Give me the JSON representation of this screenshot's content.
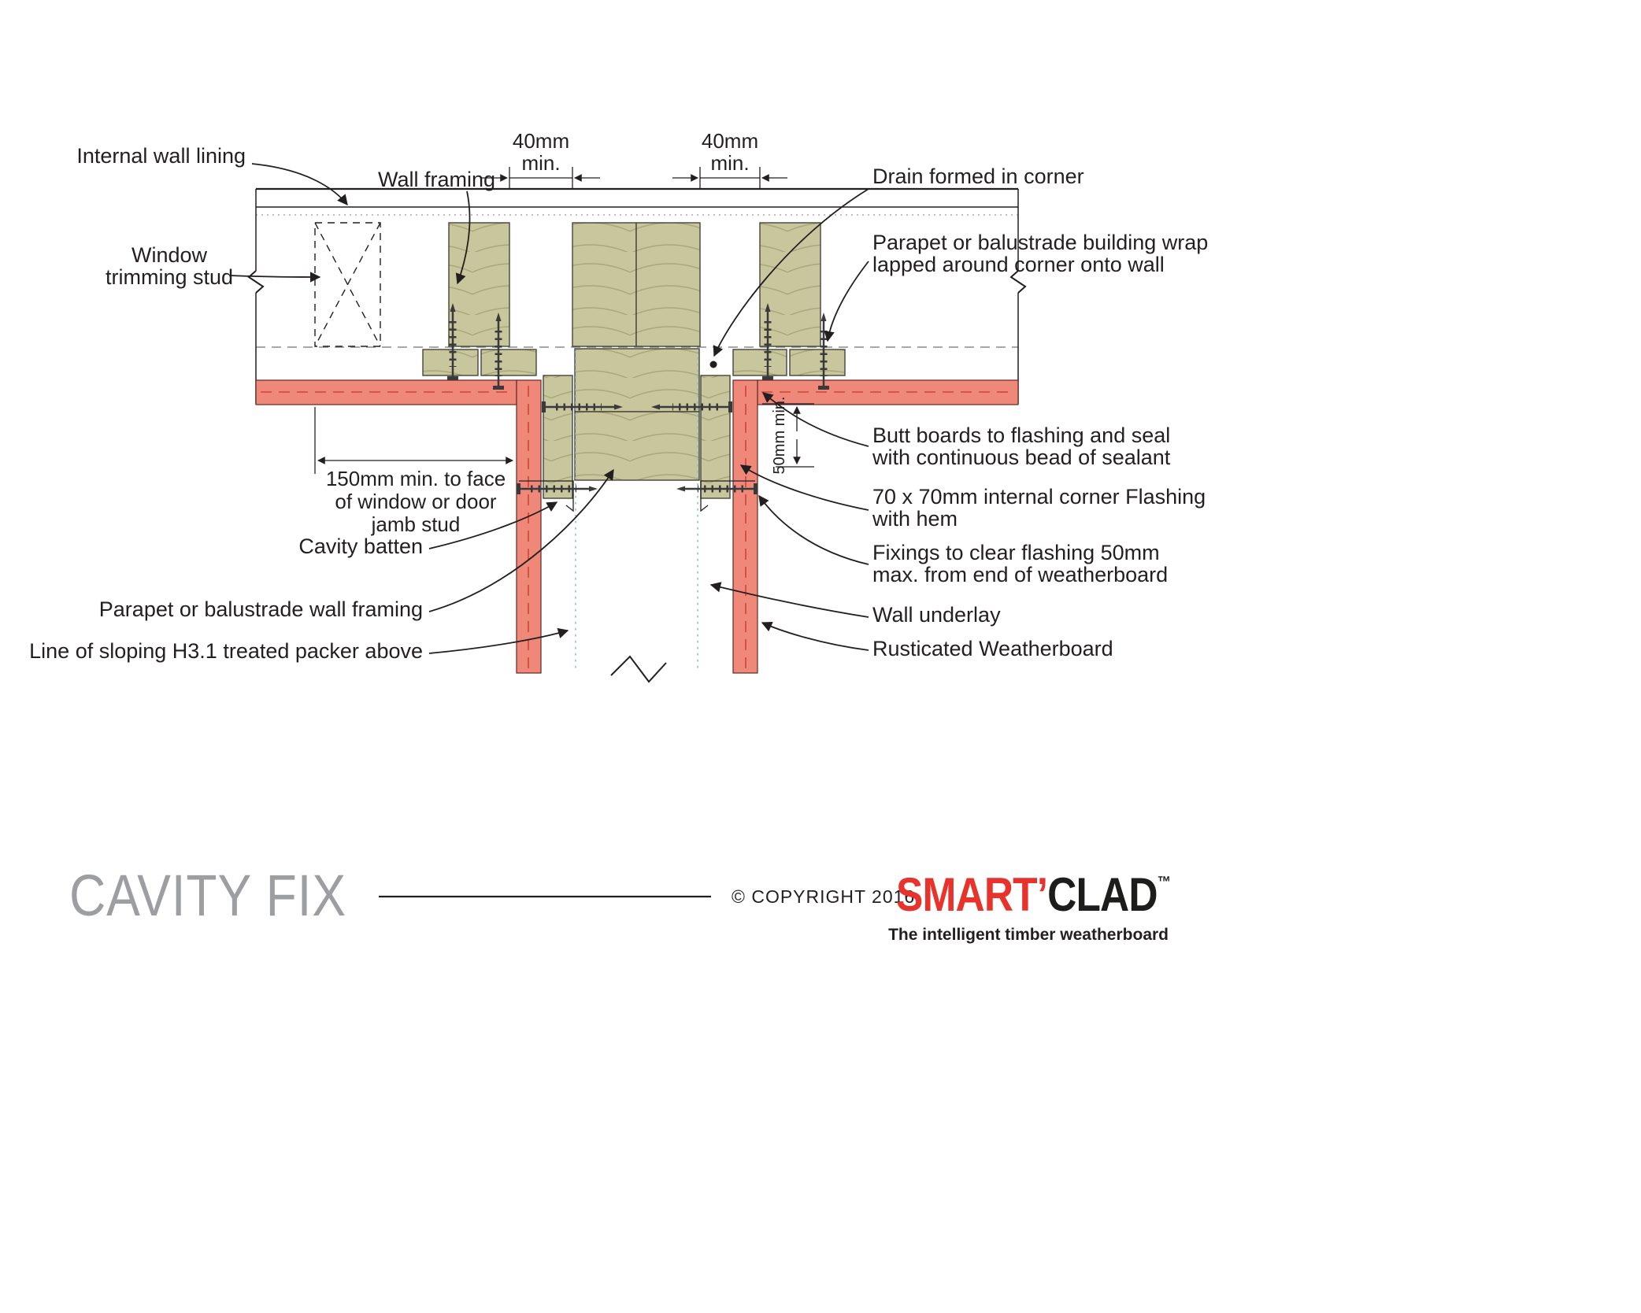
{
  "labels": {
    "internal_wall_lining": "Internal wall lining",
    "wall_framing": "Wall framing",
    "window_trimming_stud": {
      "l1": "Window",
      "l2": "trimming stud"
    },
    "drain": "Drain formed in corner",
    "building_wrap": {
      "l1": "Parapet or balustrade building wrap",
      "l2": "lapped around corner onto wall"
    },
    "butt_boards": {
      "l1": "Butt boards to flashing and seal",
      "l2": "with continuous bead of sealant"
    },
    "corner_flashing": {
      "l1": "70 x 70mm internal corner Flashing",
      "l2": "with hem"
    },
    "fixings": {
      "l1": "Fixings to clear flashing 50mm",
      "l2": "max. from end of weatherboard"
    },
    "wall_underlay": "Wall underlay",
    "rusticated_weatherboard": "Rusticated Weatherboard",
    "cavity_batten": "Cavity batten",
    "parapet_framing": "Parapet or balustrade wall framing",
    "sloping_packer": "Line of sloping H3.1 treated packer above"
  },
  "dims": {
    "d40": {
      "l1": "40mm",
      "l2": "min."
    },
    "d150": {
      "l1": "150mm min. to face",
      "l2": "of window or door",
      "l3": "jamb stud"
    },
    "d50": "50mm min."
  },
  "footer": {
    "title": "CAVITY FIX",
    "copyright": "© COPYRIGHT 2016",
    "logo": {
      "smart": "SMART",
      "flame": "’",
      "clad": "CLAD",
      "tm": "™",
      "tagline": "The intelligent timber weatherboard"
    }
  },
  "colors": {
    "timber": "#c7c69c",
    "timber_grain": "#a9a87c",
    "weatherboard": "#f0887a",
    "weatherboard_dash": "#c9473a",
    "line": "#231f20",
    "blue_dotted": "#85bdd8",
    "title_gray": "#9c9ea1",
    "brand_red": "#e8332d"
  }
}
